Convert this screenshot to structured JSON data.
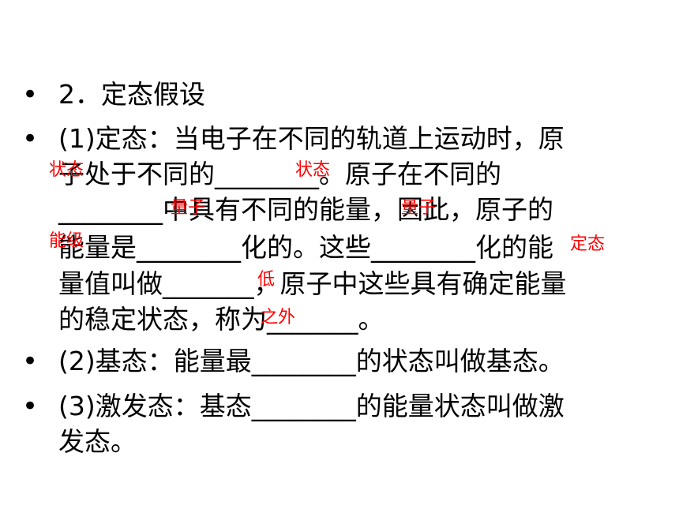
{
  "section_title": "2．定态假设",
  "items": [
    {
      "lines": [
        [
          "(1)定态：当电子在不同的轨道上运动时，原"
        ],
        [
          "子处于不同的",
          "________",
          "。原子在不同的"
        ],
        [
          "________",
          "中具有不同的能量，因此，原子的"
        ],
        [
          "能量是",
          "________",
          "化的。这些",
          "________",
          "化的能"
        ],
        [
          "量值叫做",
          "_______",
          "，原子中这些具有确定能量"
        ],
        [
          "的稳定状态，称为",
          "_______",
          "。"
        ]
      ]
    },
    {
      "lines": [
        [
          "(2)基态：能量最",
          "________",
          "的状态叫做基态。"
        ]
      ]
    },
    {
      "lines": [
        [
          "(3)激发态：基态",
          "________",
          "的能量状态叫做激"
        ],
        [
          "发态。"
        ]
      ]
    }
  ],
  "answers": {
    "a1": "状态",
    "a2": "状态",
    "a3": "量子",
    "a4": "量子",
    "a5": "能级",
    "a6": "定态",
    "a7": "低",
    "a8": "之外"
  },
  "colors": {
    "answer": "#ff0000",
    "text": "#000000"
  }
}
